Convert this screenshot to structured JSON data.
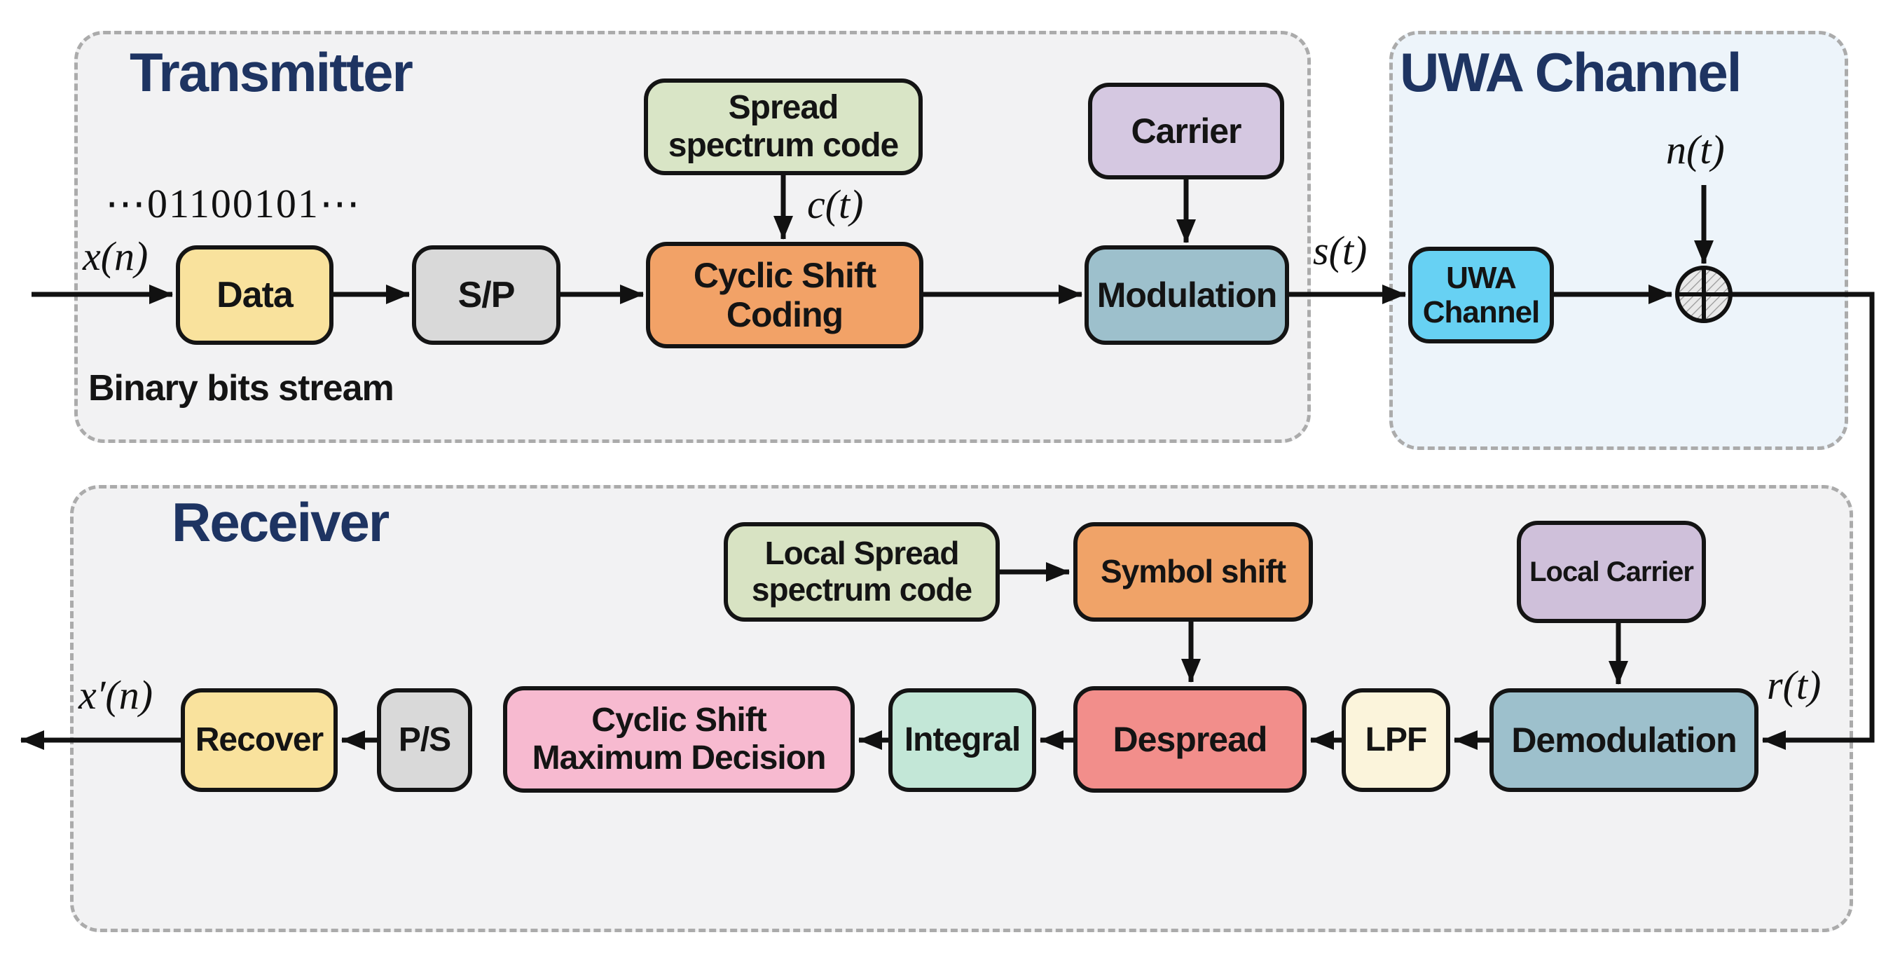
{
  "colors": {
    "title_navy": "#1E3462",
    "panel_gray": "#F2F2F3",
    "panel_blue": "#EDF4FA",
    "dash_gray": "#ABABAB",
    "data_yellow": "#F9E29D",
    "sp_gray": "#D9D9D9",
    "coding_orange": "#F2A267",
    "spread_green": "#D9E5C6",
    "carrier_lavender": "#D5C8E1",
    "modulation_teal": "#9DC0CC",
    "uwa_cyan": "#67D1F3",
    "decision_pink": "#F7BAD0",
    "integral_mint": "#C3E7D7",
    "despread_salmon": "#F28E8B",
    "lpf_cream": "#FBF4DB",
    "wire_black": "#111111"
  },
  "transmitter": {
    "title": "Transmitter",
    "binary_stream": "⋯01100101⋯",
    "caption": "Binary bits stream",
    "blocks": {
      "data": "Data",
      "serial_to_parallel": "S/P",
      "spread_code_line1": "Spread",
      "spread_code_line2": "spectrum code",
      "cyclic_shift_line1": "Cyclic Shift",
      "cyclic_shift_line2": "Coding",
      "carrier": "Carrier",
      "modulation": "Modulation"
    },
    "signals": {
      "input": "x(n)",
      "code": "c(t)",
      "sent": "s(t)"
    }
  },
  "uwa_channel": {
    "title": "UWA Channel",
    "blocks": {
      "uwa_line1": "UWA",
      "uwa_line2": "Channel"
    },
    "signals": {
      "noise": "n(t)"
    }
  },
  "receiver": {
    "title": "Receiver",
    "blocks": {
      "recover": "Recover",
      "parallel_to_serial": "P/S",
      "decision_line1": "Cyclic Shift",
      "decision_line2": "Maximum Decision",
      "integral": "Integral",
      "despread": "Despread",
      "lpf": "LPF",
      "demodulation": "Demodulation",
      "local_spread_line1": "Local Spread",
      "local_spread_line2": "spectrum code",
      "symbol_shift": "Symbol shift",
      "local_carrier": "Local Carrier"
    },
    "signals": {
      "output": "x′(n)",
      "received": "r(t)"
    }
  }
}
